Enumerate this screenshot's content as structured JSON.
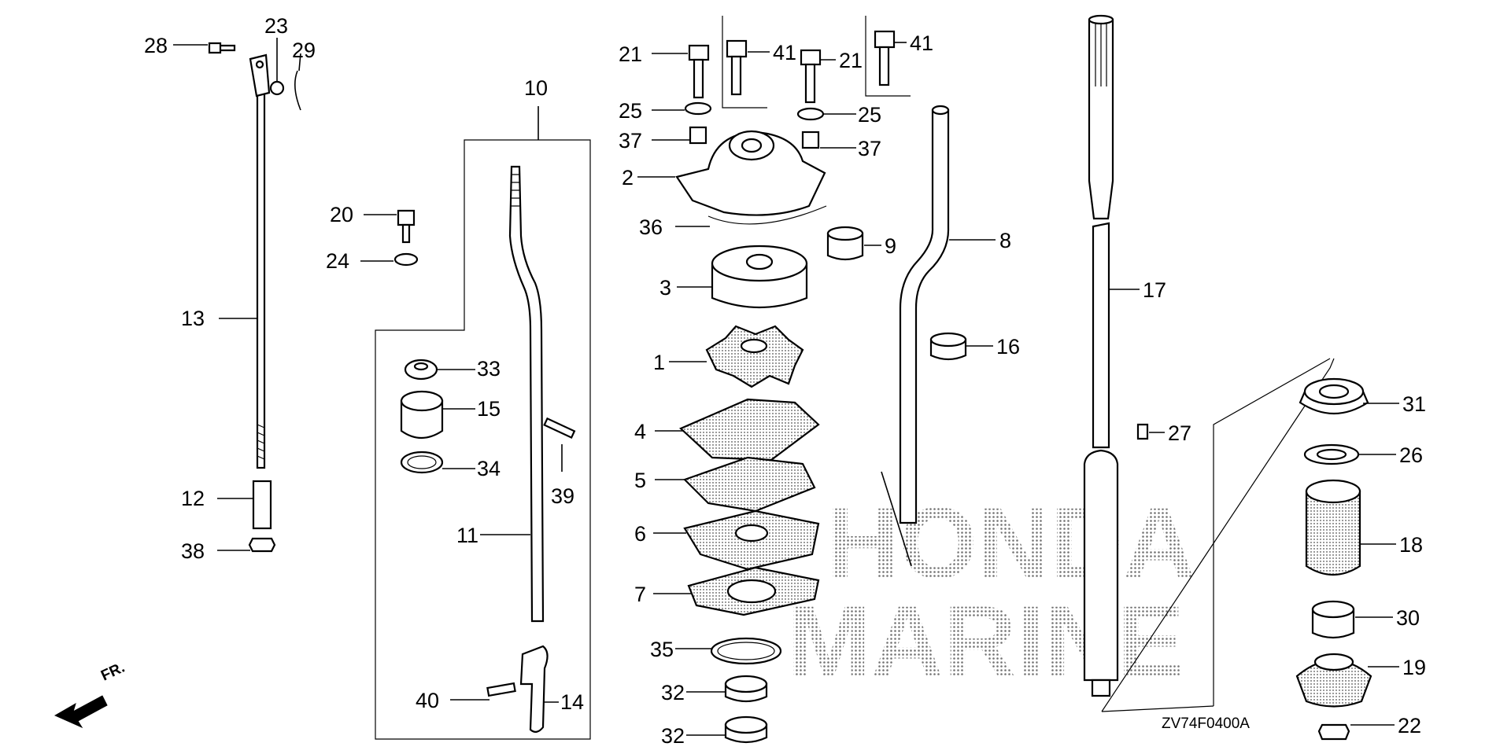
{
  "diagram_code": "ZV74F0400A",
  "orientation_label": "FR.",
  "watermark": {
    "line1": "HONDA",
    "line2": "MARINE"
  },
  "callouts": {
    "c1": "1",
    "c2": "2",
    "c3": "3",
    "c4": "4",
    "c5": "5",
    "c6": "6",
    "c7": "7",
    "c8": "8",
    "c9": "9",
    "c10": "10",
    "c11": "11",
    "c12": "12",
    "c13": "13",
    "c14": "14",
    "c15": "15",
    "c16": "16",
    "c17": "17",
    "c18": "18",
    "c19": "19",
    "c20": "20",
    "c21a": "21",
    "c21b": "21",
    "c22": "22",
    "c23": "23",
    "c24": "24",
    "c25a": "25",
    "c25b": "25",
    "c26": "26",
    "c27": "27",
    "c28": "28",
    "c29": "29",
    "c30": "30",
    "c31": "31",
    "c32a": "32",
    "c32b": "32",
    "c33": "33",
    "c34": "34",
    "c35": "35",
    "c36": "36",
    "c37a": "37",
    "c37b": "37",
    "c38": "38",
    "c39": "39",
    "c40": "40",
    "c41a": "41",
    "c41b": "41"
  }
}
